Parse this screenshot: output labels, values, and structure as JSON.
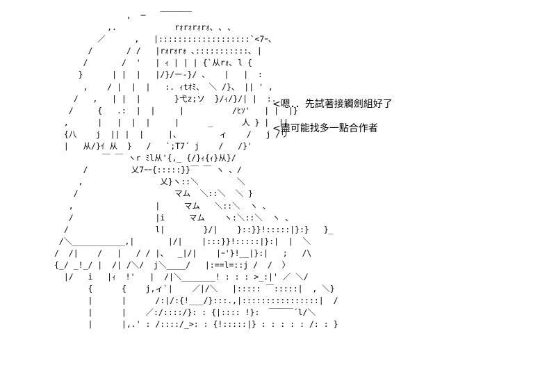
{
  "ascii_art": "               ,  ─   ￣￣￣￣\n           ,.            rｫrｫrｫrｫ､ ､ 、\n         ／      ,   |:::::::::::::::::::`<7ｰ､\n       /       / /   |rｫrｫrｫ ､:::::::::::､ |\n      /       /  '   | ｨ | | | {`从rｫ､ l {\n     }      | |  |   |/}/ー-}/ 、   |   |  :\n      ,    / |  |  |   :. ｨtｵﾐ、 ＼ /}、 || ' ,\n    /   ,   | |  |       }弋z;ソ  }/ｨ/}/| |  :.\n   /     {   .:  |  |     |          /ﾋｿ'   | |  |}\n  ,      |   |  |  |     |      _      人 } |  ||\n  {八    j  || |  |     |、        ィ    /   j /リ\n  |   从/}ｲ 从  }   /   `;T7´ j    /   /}'\n          ￣ ￣ ヽr ﾐl从'{,_ {/}ｨ{ｨ}从}/\n      /         乂7ｰｰ{:::::}}￣ ￣ ヽ 、/\n     ,                乂}ヽ::＼        ＼\n    /                    マム  ＼::＼  ＼ }\n   ,                 |     マム   ＼::＼  ヽ 、\n   /                 |i     マム    ヽ:＼::＼  ヽ 、\n  /                  l|        }/|    }::}}!:::::|}:}   }_\n /＼___________,|       |/|    |:::}}!:::::|}:|  |  ＼\n/  /|    /   |   / / |、  _|/|    |ｰ'}!__|}:|   ;   /\\\n{_/ _!_/ |  /| /＼/  j＼____/   |:==l=::j /  /  〉\n  |/   i   |ｨ  !'   |  /|＼_______! : : : >_:|' ／ ＼/\n       {      {    j,ィ`|    ／|/＼   |::::: ￣:::::|  , ＼}\n       |      |      /:|/:{!___/}:::.,|::::::::::::::::|  /\n       |      |    ／:/::::/}: : {|:::: !}:  ￣￣￣´l/＼\n       |      |,.' : /::::/_>: : {!:::::|} : : : : : /: : }",
  "dialog": {
    "line1": "<嗯．．先試著接觸劍組好了",
    "line2": "<盡可能找多一點合作者"
  }
}
